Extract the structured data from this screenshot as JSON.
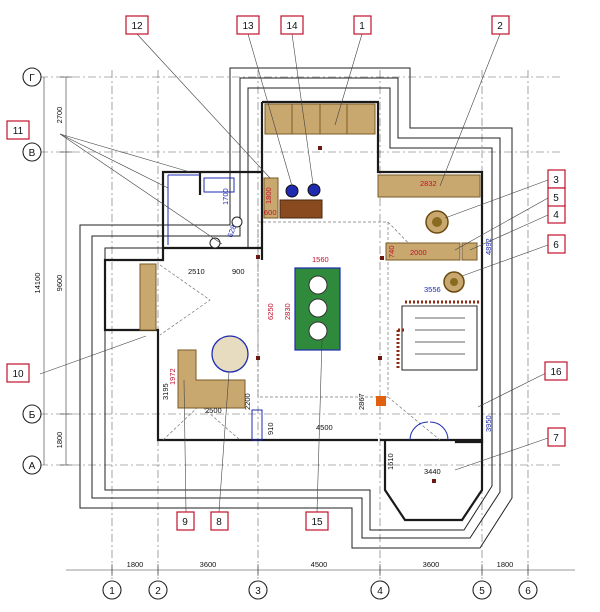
{
  "column_axes": [
    "1",
    "2",
    "3",
    "4",
    "5",
    "6"
  ],
  "row_axes": [
    "Г",
    "В",
    "Б",
    "А"
  ],
  "bottom_dims": [
    "1800",
    "3600",
    "4500",
    "3600",
    "1800"
  ],
  "left_dims": [
    "2700",
    "9600",
    "1800"
  ],
  "left_total": "14100",
  "callouts": [
    "1",
    "2",
    "3",
    "4",
    "5",
    "6",
    "7",
    "8",
    "9",
    "10",
    "11",
    "12",
    "13",
    "14",
    "15",
    "16"
  ],
  "room_dims": {
    "d2832": "2832",
    "d1800": "1800",
    "d600": "600",
    "d1700": "1700",
    "d628": "628",
    "d2510": "2510",
    "d900": "900",
    "d1560": "1560",
    "d6250": "6250",
    "d2830": "2830",
    "d740": "740",
    "d2000": "2000",
    "d4892": "4892",
    "d3556": "3556",
    "d1972": "1972",
    "d3195": "3195",
    "d2500": "2500",
    "d2200": "2200",
    "d910": "910",
    "d4500": "4500",
    "d2867": "2867",
    "d3950": "3950",
    "d1610": "1610",
    "d3440": "3440"
  },
  "colors": {
    "tag_border": "#c0112b",
    "blue_dim": "#1e2bb0",
    "wood": "#c9a86f",
    "green": "#2f8a3b"
  }
}
